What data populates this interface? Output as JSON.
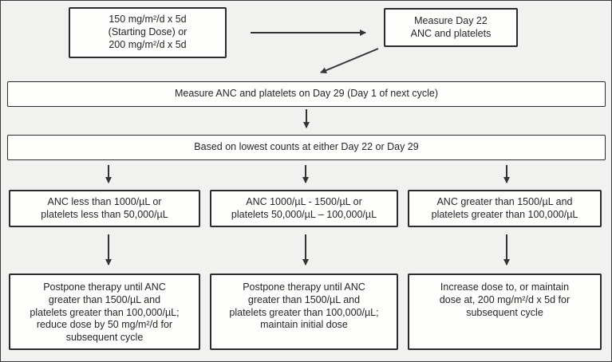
{
  "title": "Dose modification flowchart",
  "colors": {
    "background": "#f1f1f0",
    "box_fill": "#fdfdfc",
    "box_border": "#2b2b2b",
    "text": "#262626",
    "arrow": "#333333"
  },
  "flowchart": {
    "boxes": {
      "start": {
        "text": "150 mg/m²/d x 5d\n(Starting Dose) or\n200 mg/m²/d x 5d"
      },
      "measure_day22": {
        "text": "Measure Day 22\nANC and platelets"
      },
      "measure_day29": {
        "text": "Measure ANC and platelets on Day 29 (Day 1 of next cycle)"
      },
      "lowest_counts": {
        "text": "Based on lowest counts at either Day 22 or Day 29"
      },
      "anc_low": {
        "text": "ANC less than 1000/µL or\nplatelets less than 50,000/µL"
      },
      "anc_mid": {
        "text": "ANC 1000/µL - 1500/µL or\nplatelets 50,000/µL – 100,000/µL"
      },
      "anc_high": {
        "text": "ANC greater than 1500/µL and\nplatelets greater than 100,000/µL"
      },
      "action_reduce": {
        "text": "Postpone therapy until ANC\ngreater than 1500/µL and\nplatelets greater than 100,000/µL;\nreduce dose by 50 mg/m²/d for\nsubsequent cycle"
      },
      "action_maintain": {
        "text": "Postpone therapy until ANC\ngreater than 1500/µL and\nplatelets greater than 100,000/µL;\nmaintain initial dose"
      },
      "action_increase": {
        "text": "Increase dose to, or maintain\ndose at, 200 mg/m²/d x 5d for\nsubsequent cycle"
      }
    }
  }
}
